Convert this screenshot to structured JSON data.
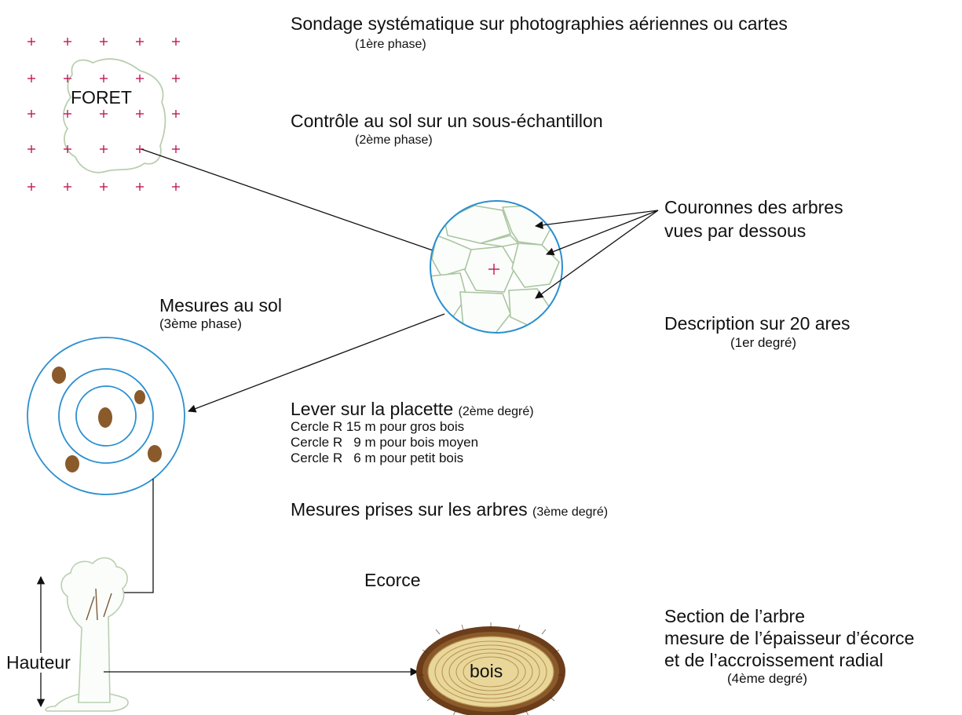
{
  "texts": {
    "phase1_title": "Sondage systématique sur photographies aériennes ou cartes",
    "phase1_sub": "(1ère phase)",
    "phase2_title": "Contrôle au sol sur un sous-échantillon",
    "phase2_sub": "(2ème phase)",
    "crowns_line1": "Couronnes des arbres",
    "crowns_line2": "vues par dessous",
    "phase3_title": "Mesures au sol",
    "phase3_sub": "(3ème phase)",
    "desc_title": "Description sur 20 ares",
    "desc_sub": "(1er degré)",
    "placette_title": "Lever sur la placette",
    "placette_degree": "(2ème degré)",
    "circle_large": "Cercle R 15 m pour gros bois",
    "circle_medium": "Cercle R   9 m pour bois moyen",
    "circle_small": "Cercle R   6 m pour petit bois",
    "trees_title": "Mesures prises sur les arbres",
    "trees_degree": "(3ème degré)",
    "bark_label": "Ecorce",
    "section_line1": "Section de l’arbre",
    "section_line2": "mesure de l’épaisseur d’écorce",
    "section_line3": "et de l’accroissement radial",
    "section_sub": "(4ème degré)",
    "height_label": "Hauteur",
    "forest_label": "FORET",
    "wood_label": "bois"
  },
  "colors": {
    "grid_cross": "#c2185b",
    "forest_outline": "#b9cfb0",
    "plot_circle": "#2a8fd0",
    "crown_outline": "#a9c6a0",
    "tree_stem": "#7a5a3a",
    "bark_dark": "#6b3d1a",
    "bark_mid": "#8a5a2b",
    "wood_light": "#e9d79a",
    "ring_line": "#b89455",
    "arrow": "#111111"
  },
  "icons": [
    "plus-cross-icon",
    "arrow-head-icon"
  ]
}
